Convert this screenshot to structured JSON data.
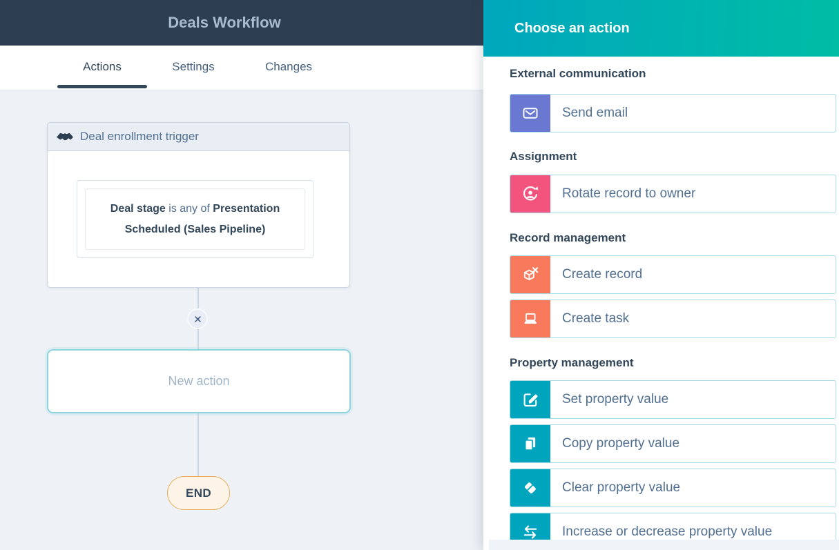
{
  "header": {
    "title": "Deals Workflow"
  },
  "tabs": {
    "items": [
      {
        "label": "Actions",
        "active": true
      },
      {
        "label": "Settings",
        "active": false
      },
      {
        "label": "Changes",
        "active": false
      }
    ]
  },
  "canvas": {
    "trigger": {
      "title": "Deal enrollment trigger",
      "condition_property": "Deal stage",
      "condition_operator": " is any of ",
      "condition_value": "Presentation Scheduled (Sales Pipeline)"
    },
    "new_action_label": "New action",
    "end_label": "END"
  },
  "panel": {
    "title": "Choose an action",
    "sections": [
      {
        "heading": "External communication",
        "actions": [
          {
            "label": "Send email",
            "icon": "email-icon",
            "color": "#6a78d1"
          }
        ]
      },
      {
        "heading": "Assignment",
        "actions": [
          {
            "label": "Rotate record to owner",
            "icon": "rotate-owner-icon",
            "color": "#f2547d"
          }
        ]
      },
      {
        "heading": "Record management",
        "actions": [
          {
            "label": "Create record",
            "icon": "create-record-icon",
            "color": "#f8795b"
          },
          {
            "label": "Create task",
            "icon": "create-task-icon",
            "color": "#f8795b"
          }
        ]
      },
      {
        "heading": "Property management",
        "actions": [
          {
            "label": "Set property value",
            "icon": "edit-pencil-icon",
            "color": "#00a4bd"
          },
          {
            "label": "Copy property value",
            "icon": "copy-icon",
            "color": "#00a4bd"
          },
          {
            "label": "Clear property value",
            "icon": "eraser-icon",
            "color": "#00a4bd"
          },
          {
            "label": "Increase or decrease property value",
            "icon": "swap-arrows-icon",
            "color": "#00a4bd"
          }
        ]
      }
    ]
  },
  "colors": {
    "app_header_bg": "#2d3e50",
    "panel_gradient_start": "#00a7bd",
    "panel_gradient_end": "#00bda5",
    "accent_teal": "#00a4bd",
    "accent_purple": "#6a78d1",
    "accent_pink": "#f2547d",
    "accent_orange": "#f8795b",
    "row_border": "#a6dbe8",
    "new_action_border": "#8fd3dd",
    "end_pill_border": "#e5b15f",
    "end_pill_bg": "#fdf3e7"
  }
}
